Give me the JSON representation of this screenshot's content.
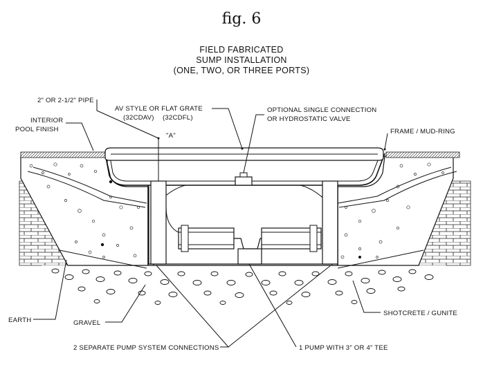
{
  "figure_label": "fig. 6",
  "heading": [
    "FIELD FABRICATED",
    "SUMP INSTALLATION",
    "(ONE, TWO, OR THREE PORTS)"
  ],
  "labels": {
    "pipe": "2\" OR 2-1/2\" PIPE",
    "interior_finish_1": "INTERIOR",
    "interior_finish_2": "POOL FINISH",
    "grate_1": "AV STYLE OR FLAT GRATE",
    "grate_2": "(32CDAV)",
    "grate_3": "(32CDFL)",
    "detail_a": "\"A\"",
    "valve_1": "OPTIONAL SINGLE CONNECTION",
    "valve_2": "OR HYDROSTATIC VALVE",
    "frame": "FRAME / MUD-RING",
    "earth": "EARTH",
    "gravel": "GRAVEL",
    "shotcrete": "SHOTCRETE / GUNITE",
    "pump_connections": "2 SEPARATE PUMP SYSTEM CONNECTIONS",
    "pump_tee": "1 PUMP WITH 3\" OR 4\" TEE"
  }
}
